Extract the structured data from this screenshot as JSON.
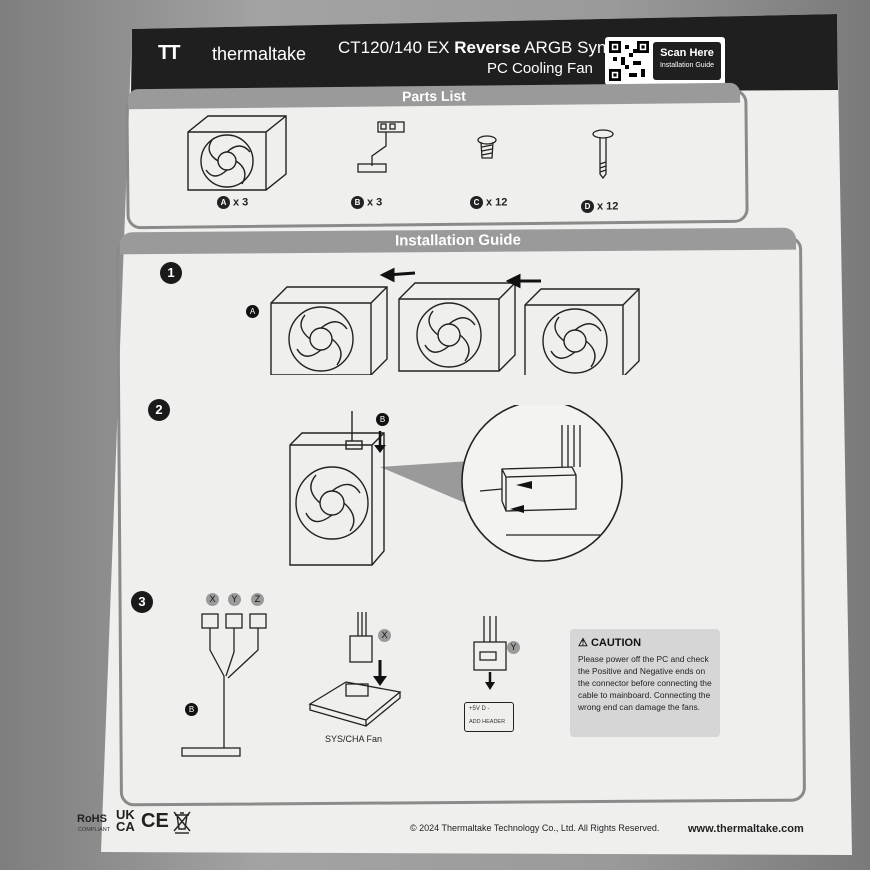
{
  "header": {
    "logo_mark": "TT",
    "brand": "thermaltake",
    "product_model": "CT120/140 EX",
    "product_reverse": "Reverse",
    "product_rest": "ARGB Sync",
    "product_line2": "PC Cooling Fan",
    "scan_here": "Scan Here",
    "installation_guide_small": "Installation Guide"
  },
  "parts_list": {
    "title": "Parts List",
    "items": [
      {
        "letter": "A",
        "qty": "x 3"
      },
      {
        "letter": "B",
        "qty": "x 3"
      },
      {
        "letter": "C",
        "qty": "x 12"
      },
      {
        "letter": "D",
        "qty": "x 12"
      }
    ]
  },
  "installation": {
    "title": "Installation Guide",
    "steps": [
      "1",
      "2",
      "3"
    ],
    "step1_label": "A",
    "step2_label": "B",
    "step3": {
      "cable_label": "B",
      "x": "X",
      "y": "Y",
      "z": "Z",
      "sys_cha_fan": "SYS/CHA Fan",
      "addr_pins": "+5V  D    -",
      "addr_header": "ADD HEADER"
    },
    "caution": {
      "title": "CAUTION",
      "body": "Please power off the PC and check the Positive and Negative ends on the connector before connecting the cable to mainboard. Connecting the wrong end can damage the fans."
    }
  },
  "footer": {
    "rohs": "RoHS",
    "rohs_sub": "COMPLIANT",
    "uk": "UK",
    "ca": "CA",
    "ce": "CE",
    "copyright": "© 2024 Thermaltake Technology Co., Ltd. All Rights Reserved.",
    "website": "www.thermaltake.com"
  },
  "colors": {
    "paper": "#efefed",
    "header_bg": "#1f1f1f",
    "section_gray": "#9a9a9a"
  }
}
